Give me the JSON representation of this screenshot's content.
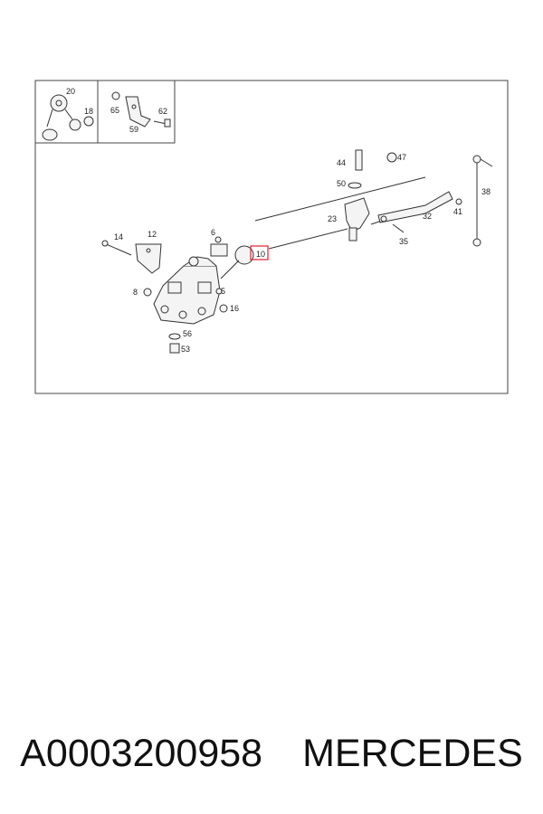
{
  "diagram": {
    "inset_labels": [
      "20",
      "18",
      "65",
      "62",
      "59"
    ],
    "labels": {
      "14": "14",
      "12": "12",
      "6": "6",
      "10": "10",
      "5": "5",
      "8": "8",
      "16": "16",
      "56": "56",
      "53": "53",
      "44": "44",
      "47": "47",
      "50": "50",
      "23": "23",
      "35": "35",
      "32": "32",
      "41": "41",
      "38": "38"
    },
    "highlighted_part": "10",
    "highlight_color": "#e0202a"
  },
  "caption": {
    "part_number": "A0003200958",
    "brand": "MERCEDES"
  }
}
